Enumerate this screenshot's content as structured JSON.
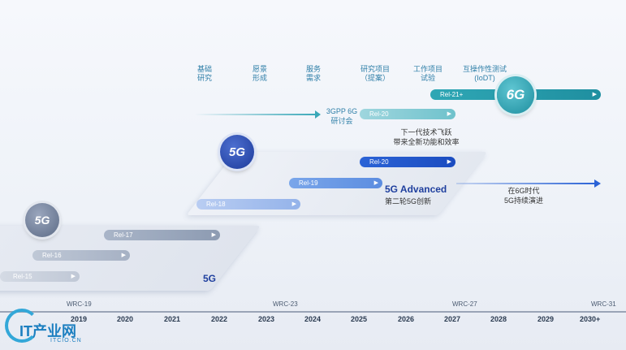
{
  "phases": [
    "基础\n研究",
    "愿景\n形成",
    "服务\n需求",
    "研究项目\n（提案）",
    "工作项目\n试验",
    "互操作性测试\n(IoDT)"
  ],
  "releases": {
    "rel15": "Rel-15",
    "rel16": "Rel-16",
    "rel17": "Rel-17",
    "rel18": "Rel-18",
    "rel19": "Rel-19",
    "rel20_adv": "Rel-20",
    "rel20_6g": "Rel-20",
    "rel21": "Rel-21+"
  },
  "badges": {
    "g5_small": "5G",
    "g5_mid": "5G",
    "g6": "6G"
  },
  "labels": {
    "workshop": "3GPP 6G\n研讨会",
    "next_gen": "下一代技术飞跃\n带来全新功能和效率",
    "advanced": "5G Advanced",
    "second_wave": "第二轮5G创新",
    "continue": "在6G时代\n5G持续演进",
    "fiveg": "5G"
  },
  "wrc": [
    "WRC-19",
    "WRC-23",
    "WRC-27",
    "WRC-31"
  ],
  "years": [
    "2019",
    "2020",
    "2021",
    "2022",
    "2023",
    "2024",
    "2025",
    "2026",
    "2027",
    "2028",
    "2029",
    "2030+"
  ],
  "logo": {
    "main": "IT产业网",
    "sub": "ITCIO.CN"
  },
  "colors": {
    "accent": "#2b63d6",
    "teal": "#3aa8b8",
    "lightblue": "#7aa6ea"
  }
}
